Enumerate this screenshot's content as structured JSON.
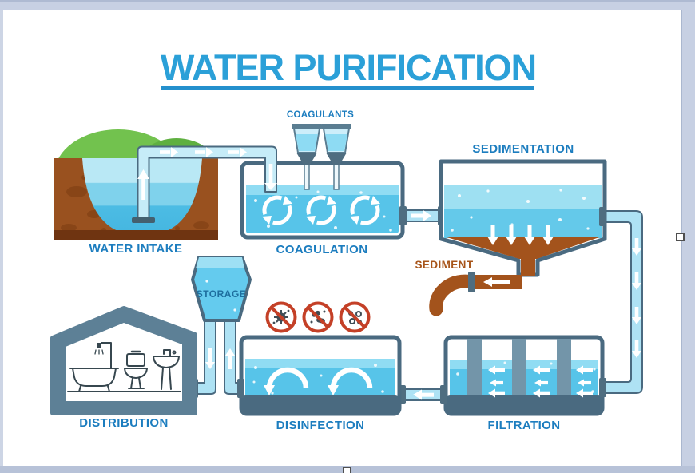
{
  "title": {
    "text": "WATER PURIFICATION",
    "color": "#2ba0d8",
    "underlined": true
  },
  "stages": [
    {
      "id": "water-intake",
      "label": "WATER INTAKE"
    },
    {
      "id": "coagulation",
      "label": "COAGULATION",
      "input_label": "COAGULANTS"
    },
    {
      "id": "sedimentation",
      "label": "SEDIMENTATION",
      "byproduct_label": "SEDIMENT"
    },
    {
      "id": "filtration",
      "label": "FILTRATION"
    },
    {
      "id": "disinfection",
      "label": "DISINFECTION"
    },
    {
      "id": "storage",
      "label": "STORAGE"
    },
    {
      "id": "distribution",
      "label": "DISTRIBUTION"
    }
  ],
  "icons": {
    "flow_arrow": "→",
    "up_flow_arrow": "↑",
    "down_flow_arrow": "↓",
    "mixing_swirl": "⟳",
    "settling_arrows": "↓",
    "no_microbes": "🚫",
    "wave_arrow": "⌒",
    "resize_handle": "▢"
  },
  "colors": {
    "title_blue": "#2ba0d8",
    "label_blue": "#1c7dbf",
    "sediment_label_brown": "#a8551a",
    "tank_border": "#4a6a80",
    "water_main": "#57c4e9",
    "water_light": "#90dcf3",
    "pipe_fill": "#aee2f4",
    "structure_slate": "#5d8096",
    "grass_green": "#72c24e",
    "soil_brown": "#99511f",
    "sludge_brown": "#a3531c",
    "prohibition_red": "#c44027",
    "frame_gray_blue": "#c7d0e3"
  }
}
